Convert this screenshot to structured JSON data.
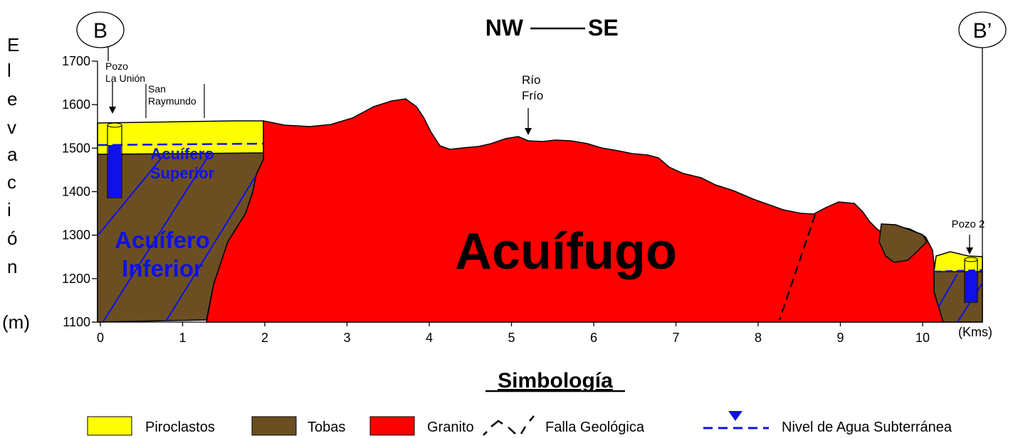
{
  "header": {
    "direction_left": "NW",
    "direction_right": "SE",
    "marker_left": "B",
    "marker_right": "B’"
  },
  "y_axis": {
    "label_letters": [
      "E",
      "l",
      "e",
      "v",
      "a",
      "c",
      "i",
      "ó",
      "n"
    ],
    "unit": "(m)",
    "ticks": [
      1100,
      1200,
      1300,
      1400,
      1500,
      1600,
      1700
    ]
  },
  "x_axis": {
    "unit": "(Kms)",
    "ticks": [
      0,
      1,
      2,
      3,
      4,
      5,
      6,
      7,
      8,
      9,
      10
    ]
  },
  "annotations": {
    "well_1": "Pozo\nLa Unión",
    "town": "San\nRaymundo",
    "river": "Río\nFrío",
    "well_2": "Pozo 2",
    "upper_aquifer": "Acuífero\nSuperior",
    "lower_aquifer": "Acuífero\nInferior",
    "aquiclude": "Acuífugo"
  },
  "legend": {
    "title": "Simbología",
    "items": {
      "piroclastos": "Piroclastos",
      "tobas": "Tobas",
      "granito": "Granito",
      "falla": "Falla Geológica",
      "nivel": "Nivel de Agua Subterránea"
    }
  },
  "colors": {
    "piroclastos": "#ffff00",
    "tobas": "#6b4f22",
    "granito": "#ff0000",
    "water": "#1010e8"
  }
}
